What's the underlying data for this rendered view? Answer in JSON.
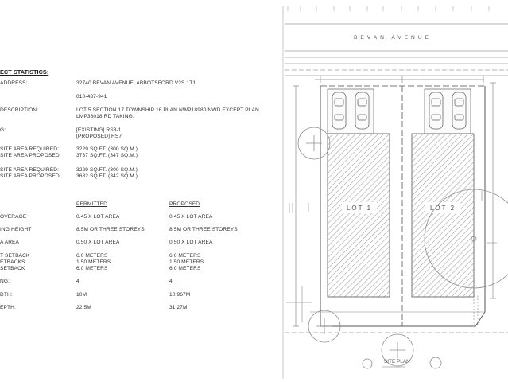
{
  "stats": {
    "title": "ECT STATISTICS:",
    "address": {
      "label": "ADDRESS:",
      "value": "32740 BEVAN AVENUE, ABBOTSFORD V2S 1T1"
    },
    "pid": {
      "value": "010-437-941"
    },
    "description": {
      "label": "DESCRIPTION:",
      "line1": "LOT 5 SECTION 17 TOWNSHIP 16 PLAN NWP18980 NWD EXCEPT PLAN",
      "line2": "LMP38018 RD TAKING."
    },
    "zoning": {
      "label": "G:",
      "line1": "[EXISTING] RS3-1",
      "line2": "[PROPOSED] RS7"
    },
    "site_area_1": {
      "label_req": "SITE AREA REQUIRED:",
      "value_req": "3229 SQ.FT. (300 SQ.M.)",
      "label_prop": "SITE AREA PROPOSED:",
      "value_prop": "3737 SQ.FT. (347 SQ.M.)"
    },
    "site_area_2": {
      "label_req": "SITE AREA REQUIRED:",
      "value_req": "3229 SQ.FT. (300 SQ.M.)",
      "label_prop": "SITE AREA PROPOSED:",
      "value_prop": "3682 SQ.FT. (342 SQ.M.)"
    }
  },
  "comparison": {
    "col_permitted": "PERMITTED",
    "col_proposed": "PROPOSED",
    "rows": [
      {
        "label": "OVERAGE",
        "permitted": "0.45 X LOT AREA",
        "proposed": "0.45 X LOT AREA"
      },
      {
        "label": "ING HEIGHT",
        "permitted": "8.5M OR THREE STOREYS",
        "proposed": "8.5M OR THREE STOREYS"
      },
      {
        "label": "A AREA",
        "permitted": "0.50 X LOT AREA",
        "proposed": "0.50 X LOT AREA"
      }
    ],
    "setbacks": {
      "labels": [
        "T SETBACK",
        "ETBACKS",
        "SETBACK"
      ],
      "permitted": [
        "6.0 METERS",
        "1.50 METERS",
        "6.0 METERS"
      ],
      "proposed": [
        "6.0 METERS",
        "1.50 METERS",
        "6.0 METERS"
      ]
    },
    "rows2": [
      {
        "label": "NG:",
        "permitted": "4",
        "proposed": "4"
      },
      {
        "label": "DTH:",
        "permitted": "10M",
        "proposed": "10.967M"
      },
      {
        "label": "EPTH:",
        "permitted": "22.5M",
        "proposed": "31.27M"
      }
    ]
  },
  "site_plan": {
    "street": "BEVAN AVENUE",
    "lot1": "LOT 1",
    "lot2": "LOT 2",
    "caption": "SITE PLAN"
  }
}
